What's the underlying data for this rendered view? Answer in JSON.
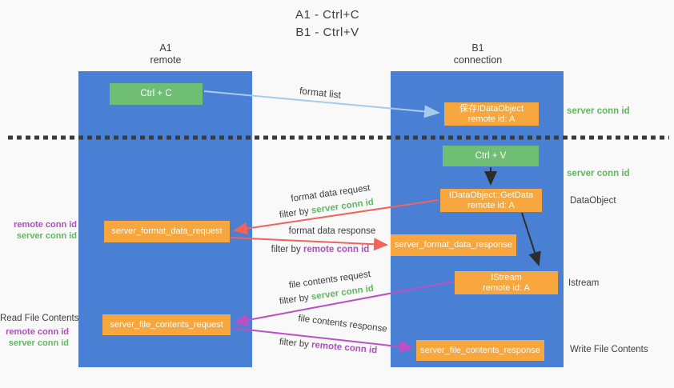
{
  "title": {
    "line1": "A1 - Ctrl+C",
    "line2": "B1 - Ctrl+V"
  },
  "lanes": {
    "left": {
      "name": "A1",
      "role": "remote"
    },
    "right": {
      "name": "B1",
      "role": "connection"
    }
  },
  "nodes": {
    "ctrl_c": {
      "label": "Ctrl + C"
    },
    "ctrl_v": {
      "label": "Ctrl + V"
    },
    "save_idataobject": {
      "line1": "保存IDataObject",
      "line2": "remote id: A"
    },
    "idataobject_getdata": {
      "line1": "IDataObject::GetData",
      "line2": "remote id: A"
    },
    "istream": {
      "line1": "IStream",
      "line2": "remote id: A"
    },
    "server_format_data_request": {
      "label": "server_format_data_request"
    },
    "server_format_data_response": {
      "label": "server_format_data_response"
    },
    "server_file_contents_request": {
      "label": "server_file_contents_request"
    },
    "server_file_contents_response": {
      "label": "server_file_contents_response"
    }
  },
  "arrows": {
    "format_list": {
      "label": "format list"
    },
    "format_data_request": {
      "label": "format data request",
      "filter_prefix": "filter by ",
      "filter_id": "server conn id"
    },
    "format_data_response": {
      "label": "format data response",
      "filter_prefix": "filter by ",
      "filter_id": "remote conn id"
    },
    "file_contents_request": {
      "label": "file contents request",
      "filter_prefix": "filter by ",
      "filter_id": "server conn id"
    },
    "file_contents_response": {
      "label": "file contents response",
      "filter_prefix": "filter by ",
      "filter_id": "remote conn id"
    }
  },
  "annotations": {
    "server_conn_id_top_right": "server conn id",
    "server_conn_id_mid_right": "server conn id",
    "dataobject": "DataObject",
    "istream": "Istream",
    "write_file_contents": "Write File Contents",
    "read_file_contents": "Read File Contents",
    "format_remote_conn_id": "remote conn id",
    "format_server_conn_id": "server conn id",
    "file_remote_conn_id": "remote conn id",
    "file_server_conn_id": "server conn id"
  },
  "colors": {
    "lane_blue": "#4A80D4",
    "action_green": "#6FBE74",
    "object_orange": "#F8A63E",
    "arrow_red": "#F2625A",
    "arrow_magenta": "#BD4EC4",
    "arrow_lightblue": "#A5CBEE",
    "arrow_black": "#2d2d2d",
    "conn_id_green": "#61B861",
    "conn_id_purple": "#AE4FC0",
    "divider_dark": "#3b3b3b"
  }
}
